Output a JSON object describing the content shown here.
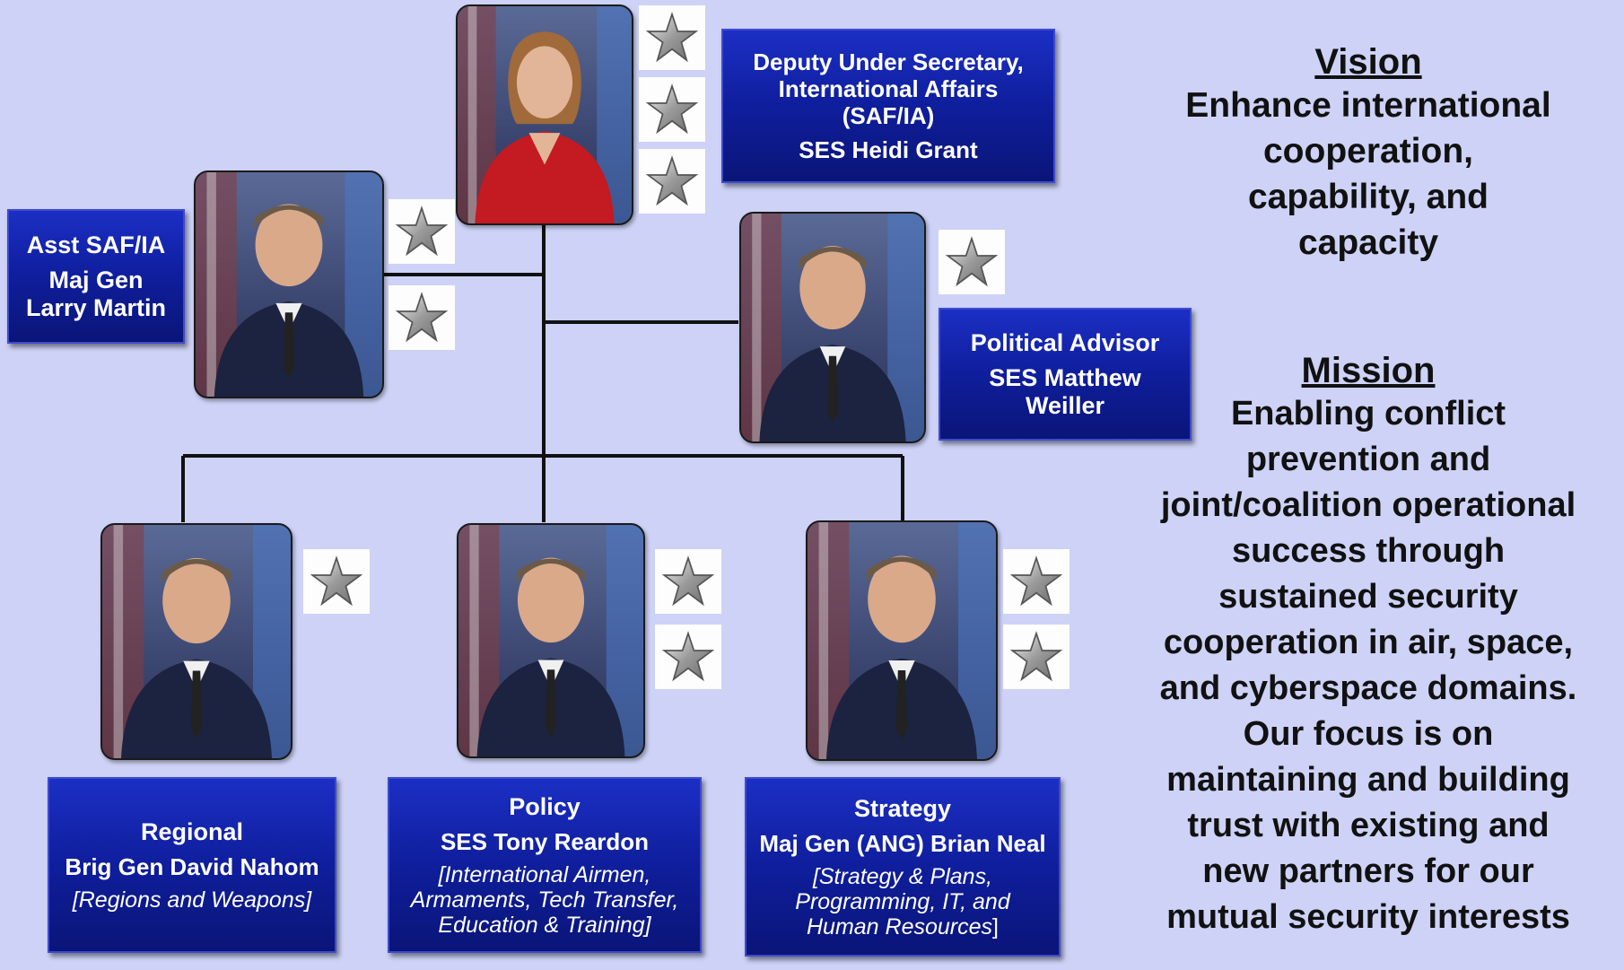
{
  "top": {
    "title_line1": "Deputy Under Secretary,",
    "title_line2": "International Affairs",
    "title_line3": "(SAF/IA)",
    "name": "SES Heidi Grant"
  },
  "asst": {
    "title": "Asst SAF/IA",
    "name_line1": "Maj Gen",
    "name_line2": "Larry Martin"
  },
  "polad": {
    "title": "Political Advisor",
    "name_line1": "SES Matthew",
    "name_line2": "Weiller"
  },
  "regional": {
    "title": "Regional",
    "name": "Brig Gen David Nahom",
    "desc": "[Regions and Weapons]"
  },
  "policy": {
    "title": "Policy",
    "name": "SES Tony Reardon",
    "desc_line1": "[International Airmen,",
    "desc_line2": "Armaments, Tech Transfer,",
    "desc_line3": "Education & Training]"
  },
  "strategy": {
    "title": "Strategy",
    "name": "Maj Gen (ANG) Brian Neal",
    "desc_line1": "[Strategy & Plans,",
    "desc_line2": "Programming, IT, and",
    "desc_line3": "Human Resources",
    "desc_close": "]"
  },
  "vision": {
    "heading": "Vision",
    "lines": [
      "Enhance international",
      "cooperation,",
      "capability, and",
      "capacity"
    ]
  },
  "mission": {
    "heading": "Mission",
    "lines": [
      "Enabling conflict",
      "prevention and",
      "joint/coalition operational",
      "success through",
      "sustained security",
      "cooperation in air, space,",
      "and cyberspace domains.",
      "Our focus is on",
      "maintaining and building",
      "trust with existing and",
      "new partners for our",
      "mutual security interests"
    ]
  },
  "colors": {
    "background": "#cdd2f6",
    "box": "#1224b0",
    "connector": "#111111"
  },
  "icons": {
    "rank": "silver-star-icon"
  }
}
